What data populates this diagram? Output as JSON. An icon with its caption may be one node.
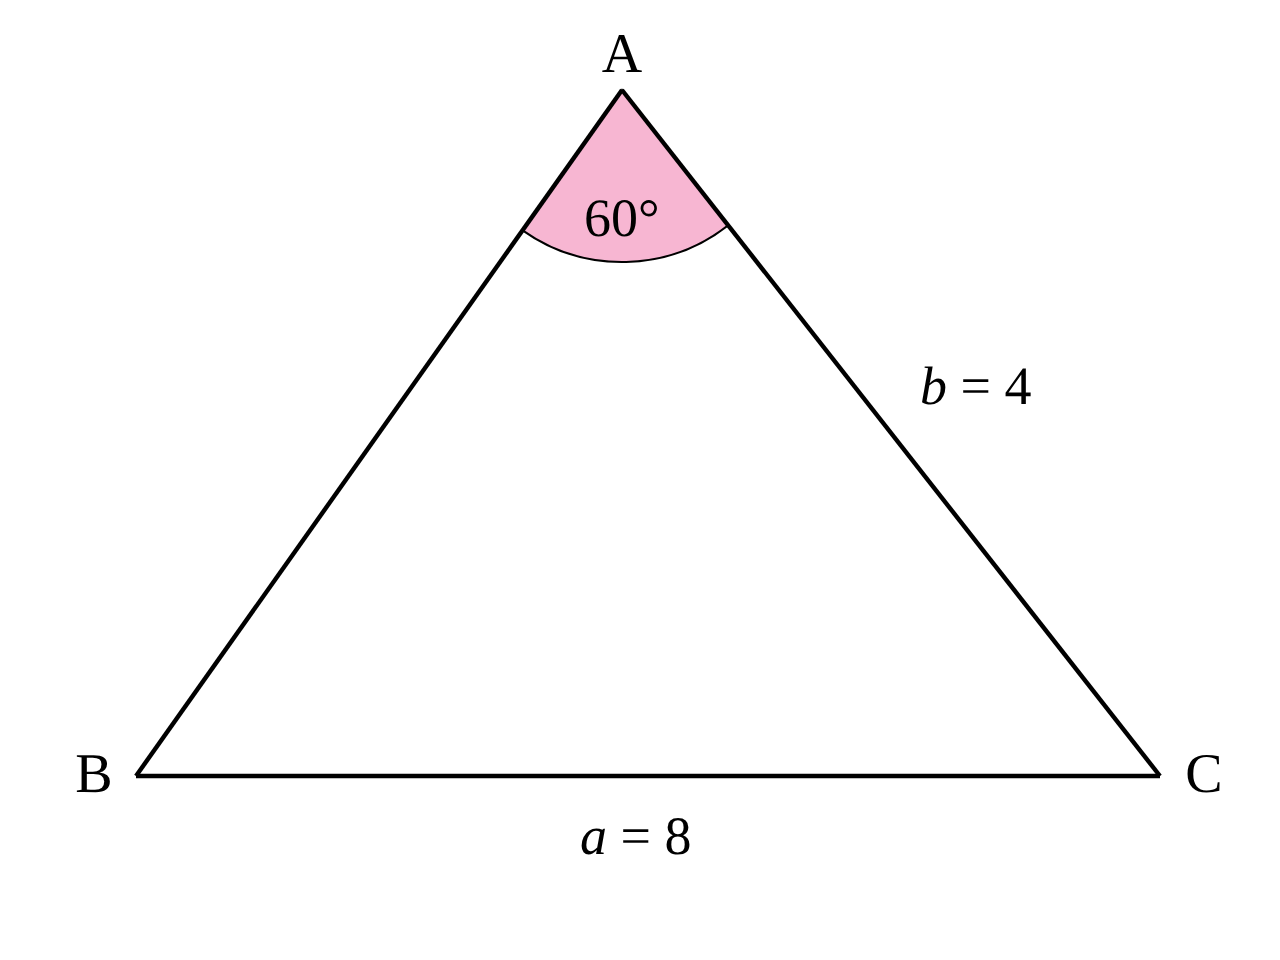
{
  "diagram": {
    "nodes": [
      {
        "text": [
          "A"
        ]
      },
      {
        "text": [
          "B"
        ]
      },
      {
        "text": [
          "C"
        ]
      }
    ],
    "edges": [
      {
        "from": 0,
        "to": 1,
        "arrow": "none"
      },
      {
        "from": 1,
        "to": 2,
        "arrow": "none",
        "label": "*a* = 8"
      },
      {
        "from": 0,
        "to": 2,
        "arrow": "none",
        "label": "*b* = 4"
      }
    ],
    "labels": [
      "60°"
    ]
  }
}
